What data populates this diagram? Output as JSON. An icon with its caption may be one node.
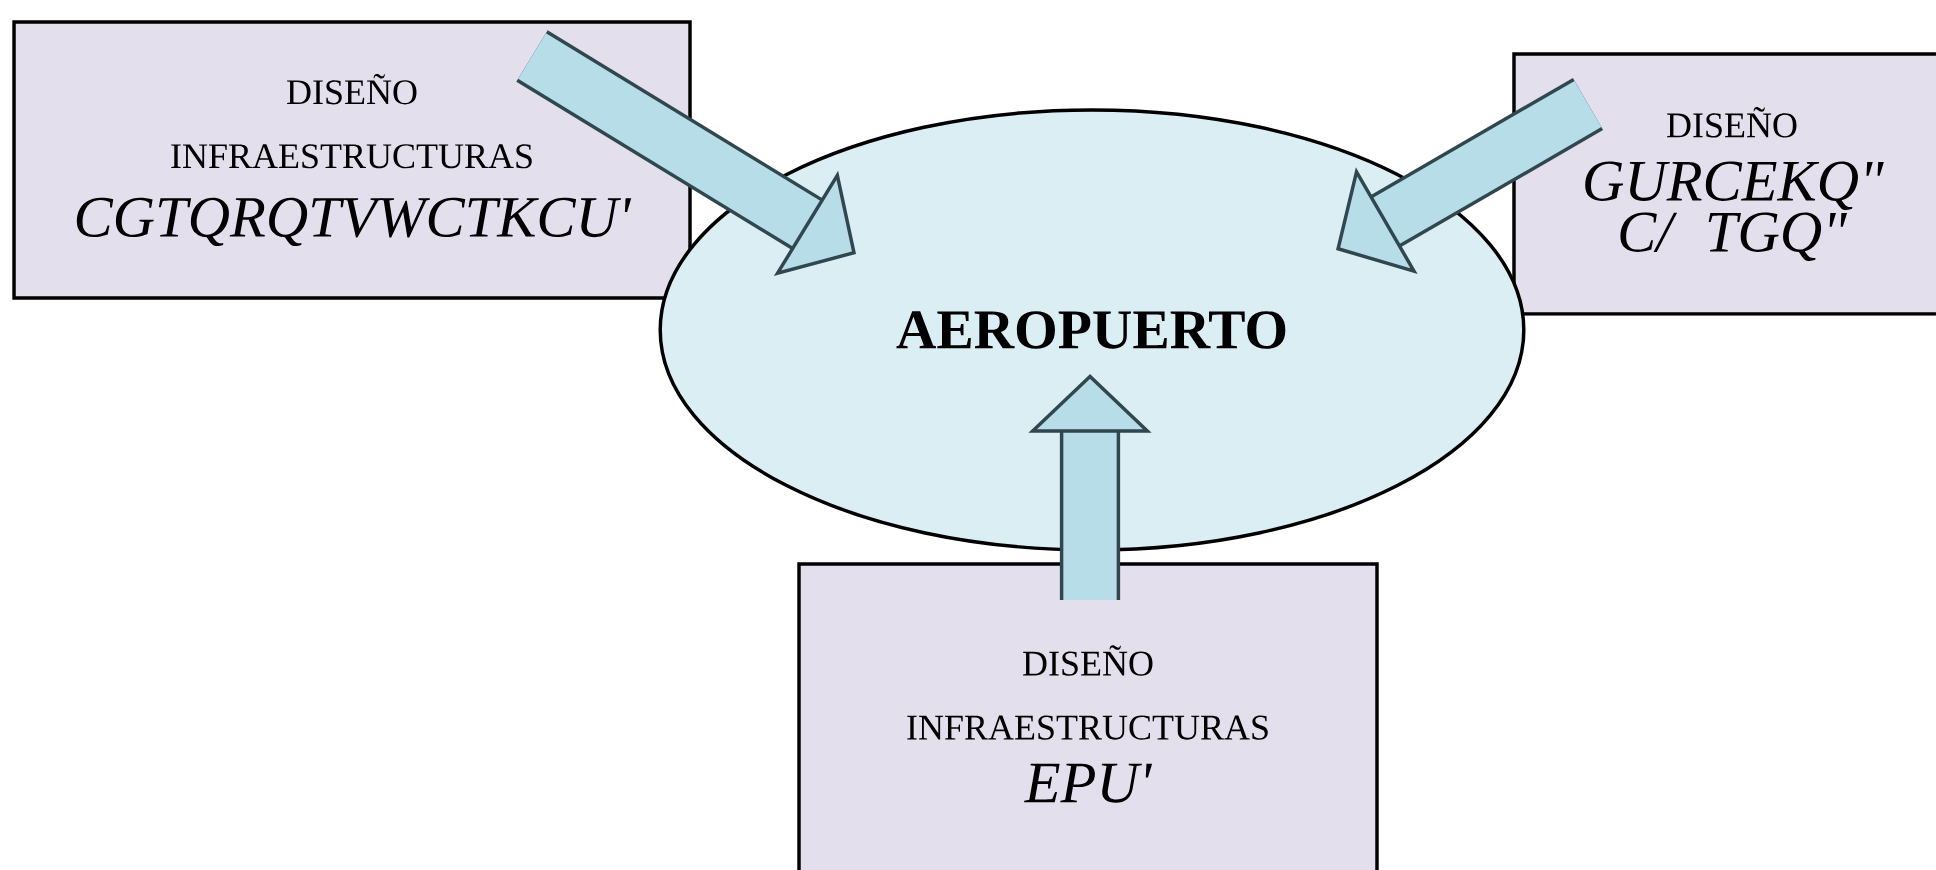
{
  "diagram": {
    "nodes": [
      {
        "text": [
          "DISEÑO",
          "INFRAESTRUCTURAS",
          "CGTQRQTVWCTKCU'"
        ]
      },
      {
        "text": [
          "DISEÑO",
          "GURCEKQ\" C/ TGQ\""
        ]
      },
      {
        "text": [
          "AEROPUERTO"
        ]
      },
      {
        "text": [
          "DISEÑO",
          "INFRAESTRUCTURAS",
          "EPU'"
        ]
      }
    ],
    "edges": [
      {
        "from": 0,
        "to": 2,
        "arrow": "to"
      },
      {
        "from": 1,
        "to": 2,
        "arrow": "to"
      },
      {
        "from": 3,
        "to": 2,
        "arrow": "to"
      }
    ]
  }
}
